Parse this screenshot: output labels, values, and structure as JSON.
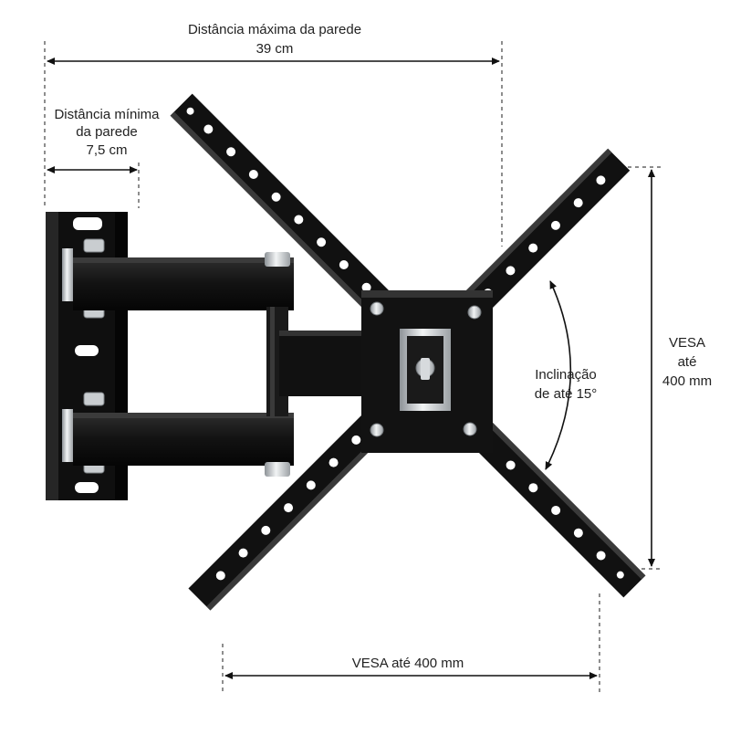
{
  "labels": {
    "max_distance_title": "Distância máxima da parede",
    "max_distance_value": "39 cm",
    "min_distance_line1": "Distância mínima",
    "min_distance_line2": "da parede",
    "min_distance_value": "7,5 cm",
    "vesa_vertical_line1": "VESA",
    "vesa_vertical_line2": "até",
    "vesa_vertical_line3": "400 mm",
    "tilt_line1": "Inclinação",
    "tilt_line2": "de até 15°",
    "vesa_horizontal": "VESA até 400 mm"
  },
  "colors": {
    "metal": "#141414",
    "metal_highlight": "#3a3a3a",
    "dimension_line": "#111111",
    "guide_dash": "#444444",
    "silver": "#cfd3d6",
    "text": "#222222"
  }
}
